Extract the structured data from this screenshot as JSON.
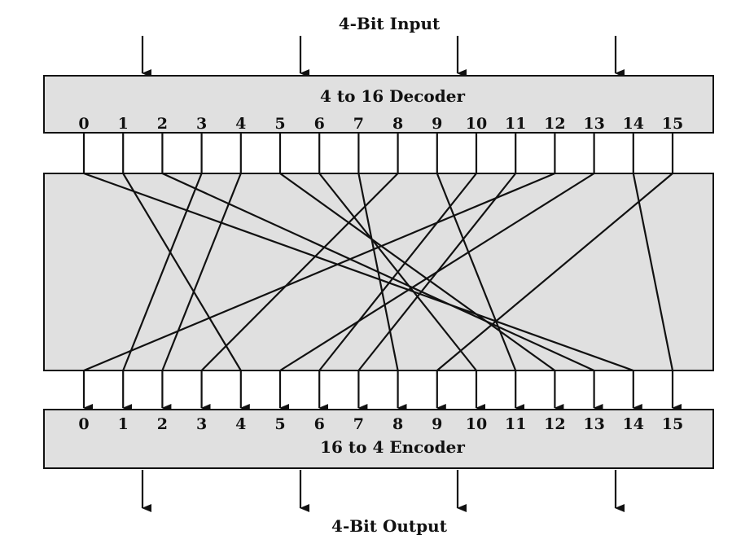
{
  "input_label": "4-Bit Input",
  "decoder_label": "4 to 16 Decoder",
  "encoder_label": "16 to 4 Encoder",
  "output_label": "4-Bit Output",
  "decoder_ports": [
    "0",
    "1",
    "2",
    "3",
    "4",
    "5",
    "6",
    "7",
    "8",
    "9",
    "10",
    "11",
    "12",
    "13",
    "14",
    "15"
  ],
  "encoder_ports": [
    "0",
    "1",
    "2",
    "3",
    "4",
    "5",
    "6",
    "7",
    "8",
    "9",
    "10",
    "11",
    "12",
    "13",
    "14",
    "15"
  ],
  "mapping": [
    14,
    4,
    13,
    1,
    2,
    12,
    10,
    8,
    3,
    11,
    6,
    7,
    0,
    5,
    15,
    9
  ]
}
